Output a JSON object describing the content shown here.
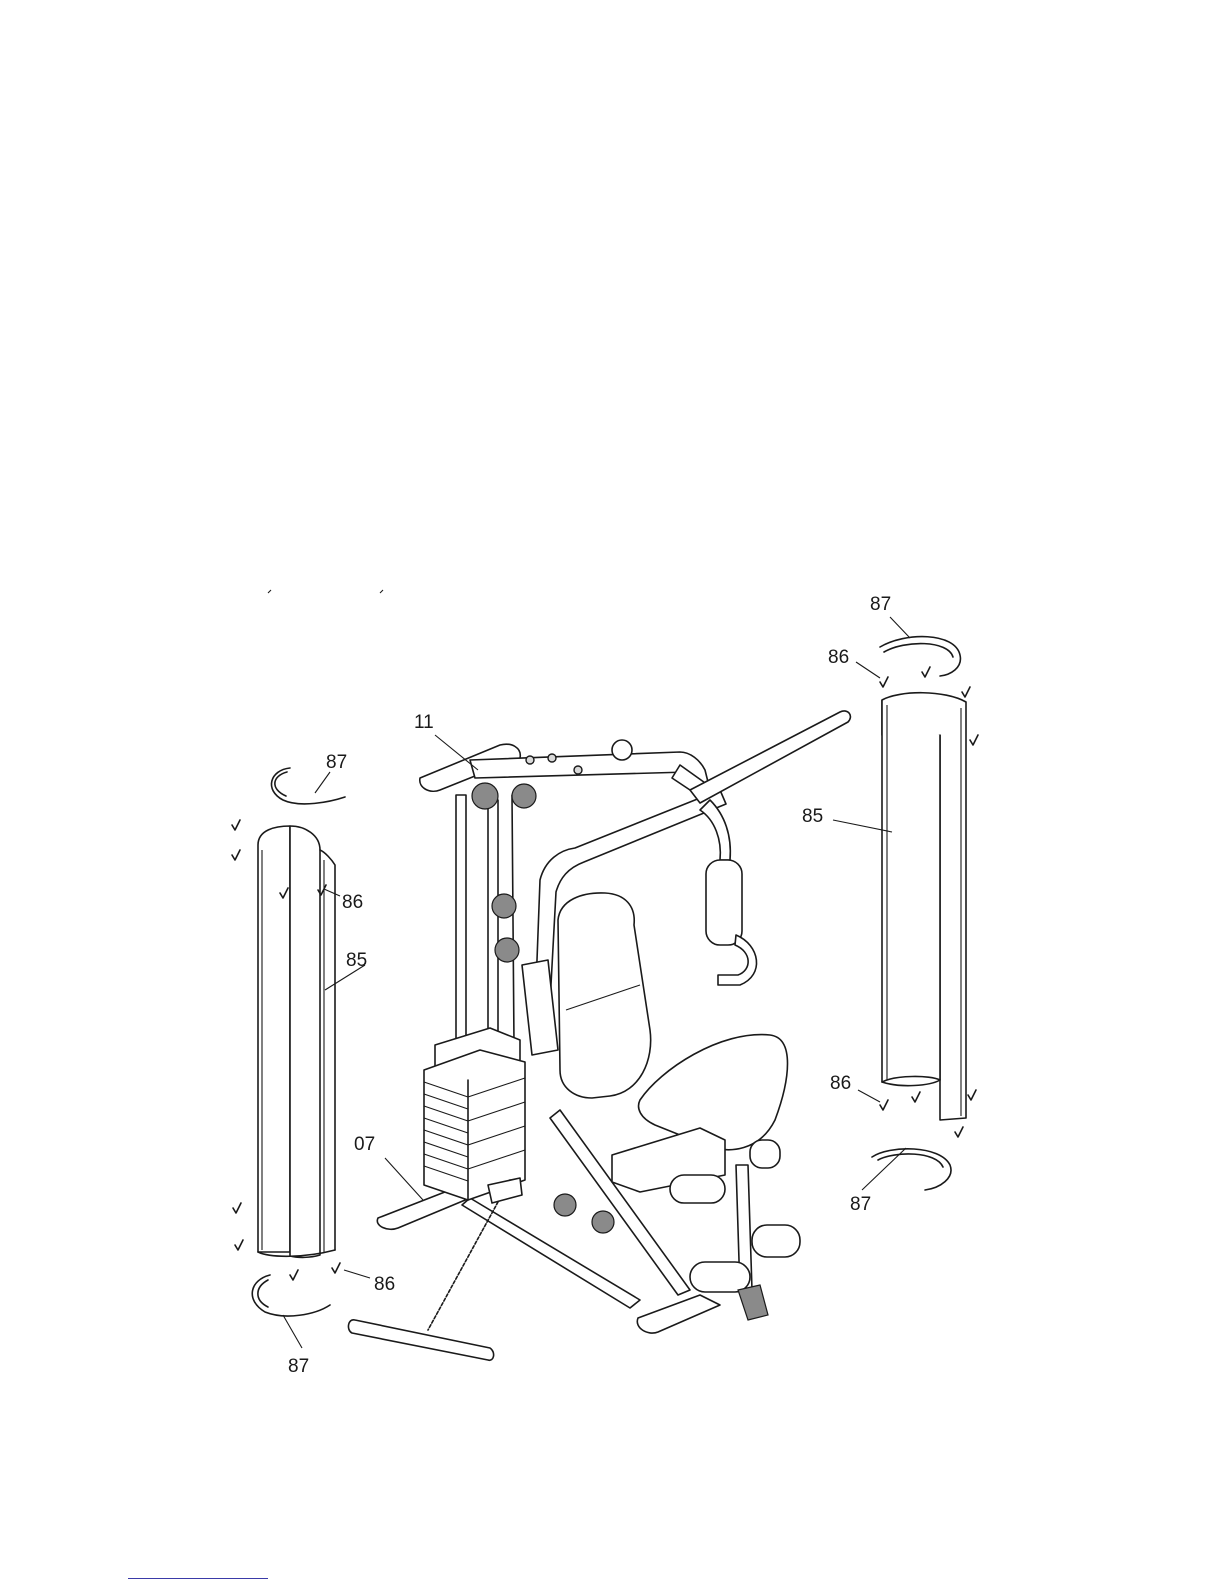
{
  "callouts": {
    "part_87_top_left": "87",
    "part_86_left": "86",
    "part_85_left": "85",
    "part_11": "11",
    "part_07": "07",
    "part_86_bottom_left": "86",
    "part_87_bottom_left": "87",
    "part_87_top_right": "87",
    "part_86_top_right": "86",
    "part_85_right": "85",
    "part_86_bottom_right": "86",
    "part_87_bottom_right": "87"
  }
}
